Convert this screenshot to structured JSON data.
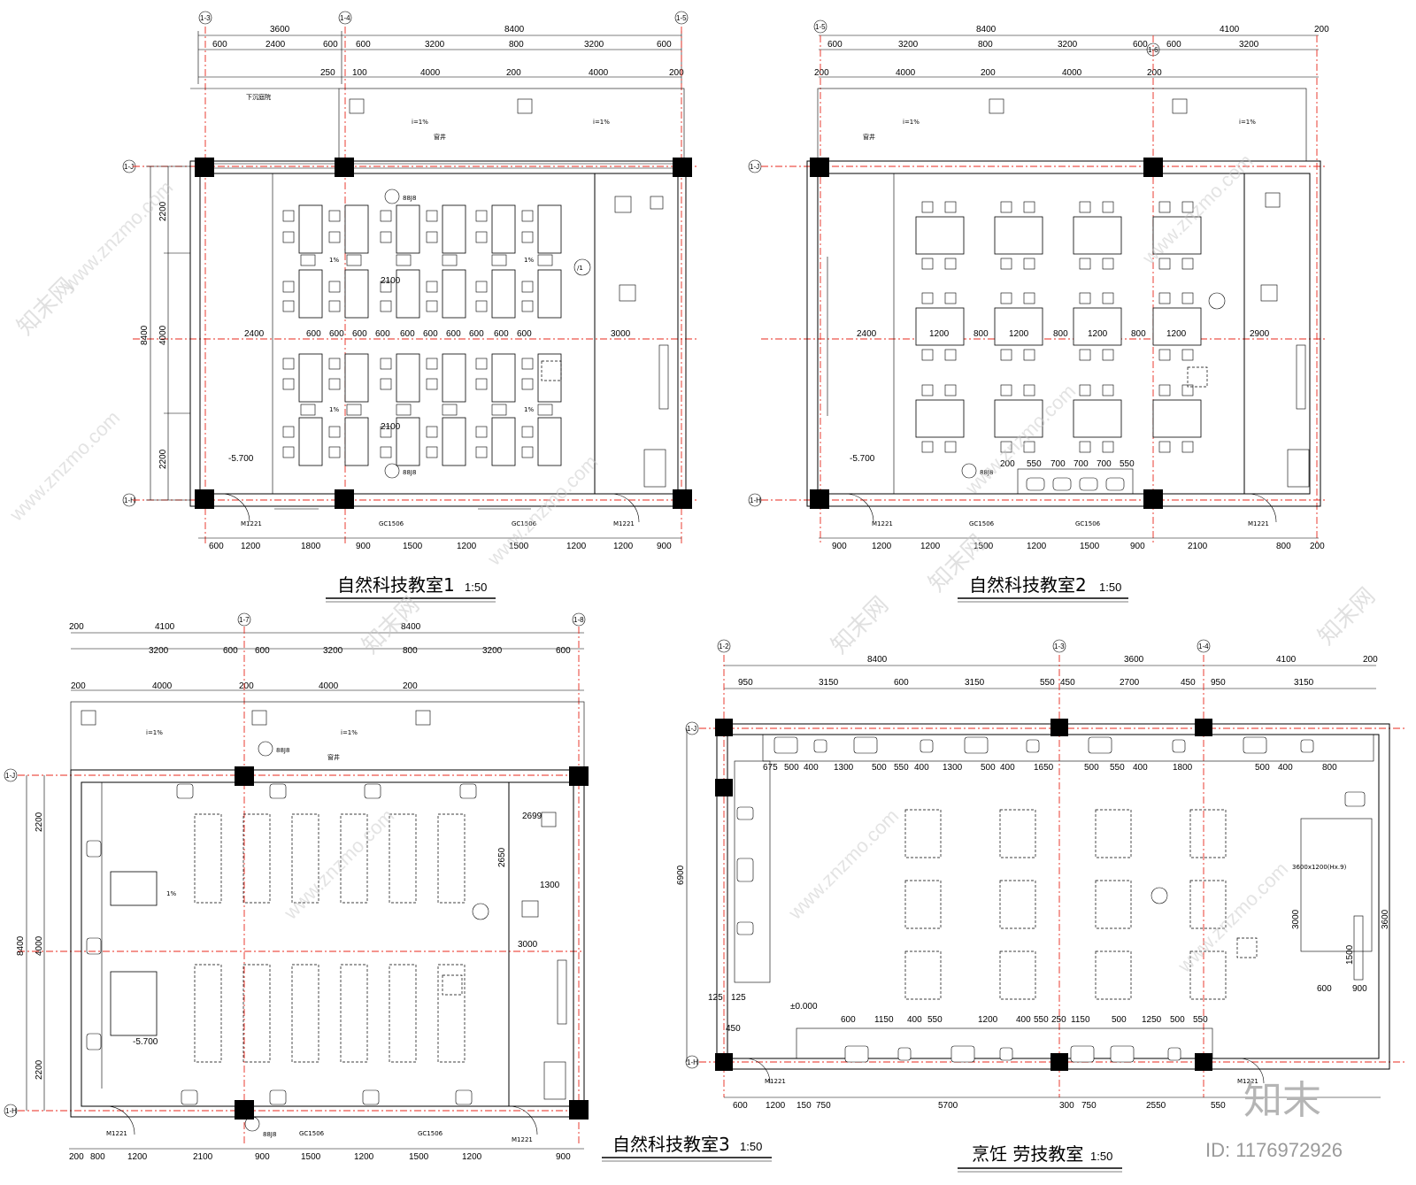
{
  "plans": [
    {
      "title": "自然科技教室1",
      "scale": "1:50",
      "top_dims_1": [
        "3600",
        "8400"
      ],
      "top_dims_2": [
        "600",
        "2400",
        "600",
        "600",
        "3200",
        "800",
        "3200",
        "600"
      ],
      "top_dims_3": [
        "250",
        "100",
        "4000",
        "200",
        "4000",
        "200"
      ],
      "bottom_dims": [
        "600",
        "1200",
        "1800",
        "900",
        "1500",
        "1200",
        "1500",
        "1200",
        "1200",
        "900"
      ],
      "left_dims": [
        "2200",
        "4000",
        "2200"
      ],
      "left_total": "8400",
      "mid_row_dims": [
        "2400",
        "600",
        "600",
        "600",
        "600",
        "600",
        "600",
        "600",
        "600",
        "600",
        "600",
        "3000"
      ],
      "labels": [
        "M1221",
        "GC1506",
        "GC1506",
        "M1221",
        "下沉庭院",
        "窗井",
        "i=1%",
        "i=1%",
        "-5.700",
        "88J8",
        "88J8",
        "2100",
        "2100",
        "1%",
        "1%",
        "1%",
        "1%"
      ],
      "grid_labels": [
        "1-3",
        "1-4",
        "1-5",
        "1-J",
        "1-H"
      ]
    },
    {
      "title": "自然科技教室2",
      "scale": "1:50",
      "top_dims_1": [
        "8400",
        "4100",
        "200"
      ],
      "top_dims_2": [
        "600",
        "3200",
        "800",
        "3200",
        "600",
        "600",
        "3200"
      ],
      "top_dims_3": [
        "200",
        "4000",
        "200",
        "4000",
        "200"
      ],
      "bottom_dims": [
        "900",
        "1200",
        "1200",
        "1500",
        "1200",
        "1500",
        "900",
        "2100",
        "800",
        "200"
      ],
      "mid_row_dims": [
        "2400",
        "1200",
        "800",
        "1200",
        "800",
        "1200",
        "800",
        "1200",
        "2900"
      ],
      "labels": [
        "M1221",
        "GC1506",
        "GC1506",
        "M1221",
        "窗井",
        "i=1%",
        "i=1%",
        "-5.700",
        "88J8",
        "200",
        "550",
        "700",
        "700",
        "700",
        "550"
      ],
      "grid_labels": [
        "1-5",
        "1-6",
        "1-J",
        "1-H"
      ]
    },
    {
      "title": "自然科技教室3",
      "scale": "1:50",
      "top_dims_1": [
        "200",
        "4100",
        "8400"
      ],
      "top_dims_2": [
        "3200",
        "600",
        "600",
        "3200",
        "800",
        "3200",
        "600"
      ],
      "top_dims_3": [
        "200",
        "4000",
        "200",
        "4000",
        "200"
      ],
      "bottom_dims": [
        "200",
        "800",
        "1200",
        "2100",
        "900",
        "1500",
        "1200",
        "1500",
        "1200",
        "900"
      ],
      "left_dims": [
        "2200",
        "4000",
        "2200"
      ],
      "left_total": "8400",
      "labels": [
        "M1221",
        "GC1506",
        "GC1506",
        "M1221",
        "窗井",
        "i=1%",
        "i=1%",
        "-5.700",
        "88J8",
        "88J8",
        "2699",
        "2650",
        "1300",
        "3000",
        "1%"
      ],
      "grid_labels": [
        "1-7",
        "1-8",
        "1-J",
        "1-H"
      ]
    },
    {
      "title": "烹饪 劳技教室",
      "scale": "1:50",
      "top_dims_1": [
        "8400",
        "3600",
        "4100",
        "200"
      ],
      "top_dims_2": [
        "950",
        "3150",
        "600",
        "3150",
        "550",
        "450",
        "2700",
        "450",
        "950",
        "3150"
      ],
      "row_dims_a": [
        "675",
        "500",
        "400",
        "1300",
        "500",
        "550",
        "400",
        "1300",
        "500",
        "400",
        "1650",
        "500",
        "550",
        "400",
        "1800",
        "500",
        "400",
        "800"
      ],
      "row_dims_b": [
        "600",
        "1150",
        "400",
        "550",
        "1200",
        "400",
        "550",
        "250",
        "1150",
        "500",
        "1250",
        "500",
        "550"
      ],
      "bottom_dims": [
        "600",
        "1200",
        "150",
        "750",
        "5700",
        "300",
        "750",
        "2550",
        "550"
      ],
      "left_total": "6900",
      "labels": [
        "M1221",
        "M1221",
        "±0.000",
        "3600x1200(Hx.9)",
        "3600",
        "3000",
        "1500",
        "600",
        "900",
        "125",
        "125",
        "450"
      ],
      "grid_labels": [
        "1-2",
        "1-3",
        "1-4",
        "1-J",
        "1-H"
      ]
    }
  ],
  "watermark": {
    "text_cn": "知末网",
    "text_en": "www.znzmo.com",
    "brand": "知末",
    "id_label": "ID: 1176972926"
  }
}
